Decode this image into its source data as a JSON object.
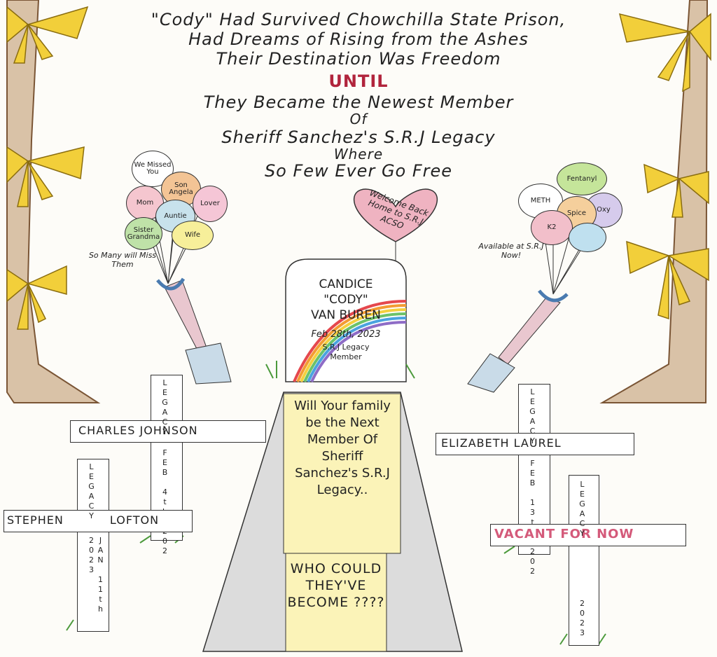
{
  "title_lines": [
    "\"Cody\" Had Survived Chowchilla State Prison,",
    "Had Dreams of Rising from the Ashes",
    "Their Destination Was Freedom",
    "UNTIL",
    "They Became the Newest Member",
    "Of",
    "Sheriff Sanchez's S.R.J Legacy",
    "Where",
    "So Few Ever Go Free"
  ],
  "left_balloons": [
    "We Missed You",
    "Son Angela",
    "Mom",
    "Lover",
    "Auntie",
    "Sister Grandma",
    "Wife"
  ],
  "left_caption": "So Many will Miss Them",
  "right_balloons": [
    "Fentanyl",
    "METH",
    "Spice",
    "Oxy",
    "K2"
  ],
  "right_caption": "Available at S.R.J Now!",
  "heart_text": "Welcome Back Home to S.R.J ACSO",
  "headstone": {
    "line1": "CANDICE",
    "line2": "\"CODY\"",
    "line3": "VAN BUREN",
    "date": "Feb 28th, 2023",
    "line4": "S.R.J Legacy Member"
  },
  "path_sign": "Will Your family be the Next Member Of Sheriff Sanchez's S.R.J Legacy..",
  "path_sign_lower": "WHO COULD THEY'VE BECOME ????",
  "crosses": [
    {
      "name": "CHARLES JOHNSON",
      "top": "LEGACY",
      "bottom": "FEB 4th 202"
    },
    {
      "name": "STEPHEN LOFTON",
      "top": "LEGACY",
      "bottom": "JAN 11th 2023"
    },
    {
      "name": "ELIZABETH LAUREL",
      "top": "LEGACY",
      "bottom": "FEB 13th 202"
    },
    {
      "name": "VACANT FOR NOW",
      "top": "LEGACY",
      "bottom": "2023"
    }
  ],
  "colors": {
    "ribbon": "#f2cf3a",
    "trunk": "#a77a55",
    "vacant": "#d45a7a",
    "rainbow": [
      "#e5484d",
      "#f39c33",
      "#f4d03f",
      "#6cc26a",
      "#4aa3df",
      "#8e6cc6"
    ]
  }
}
